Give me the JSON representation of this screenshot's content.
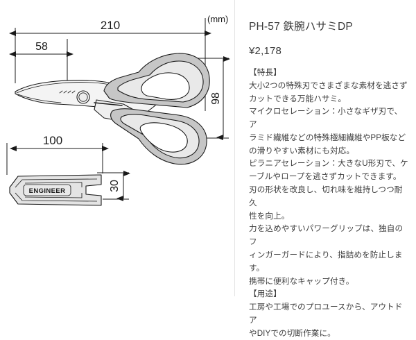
{
  "drawing": {
    "unit_label": "(mm)",
    "brand_mark": "ENGINEER",
    "dimensions": {
      "overall_length": "210",
      "blade_length": "58",
      "overall_height": "98",
      "cap_length": "100",
      "cap_height": "30"
    }
  },
  "product": {
    "title": "PH-57 鉄腕ハサミDP",
    "price": "¥2,178",
    "features_heading": "【特長】",
    "features": [
      "大小2つの特殊刃でさまざまな素材を逃さず",
      "カットできる万能ハサミ。",
      "マイクロセレーション：小さなギザ刃で、ア",
      "ラミド繊維などの特殊極細繊維やPP板など",
      "の滑りやすい素材にも対応。",
      "ピラニアセレーション：大きなU形刃で、ケ",
      "ーブルやロープを逃さずカットできます。",
      "刃の形状を改良し、切れ味を維持しつつ耐久",
      "性を向上。",
      "力を込めやすいパワーグリップは、独自のフ",
      "ィンガーガードにより、指詰めを防止しま",
      "す。",
      "携帯に便利なキャップ付き。"
    ],
    "usage_heading": "【用途】",
    "usage": [
      "工房や工場でのプロユースから、アウトドア",
      "やDIYでの切断作業に。"
    ]
  },
  "colors": {
    "line": "#1a1a1a",
    "handle_dark_gray": "#c6c6c6",
    "handle_light_gray": "#e9e9e9",
    "blade_gray": "#f2f2f2",
    "text": "#3a3a3a"
  }
}
